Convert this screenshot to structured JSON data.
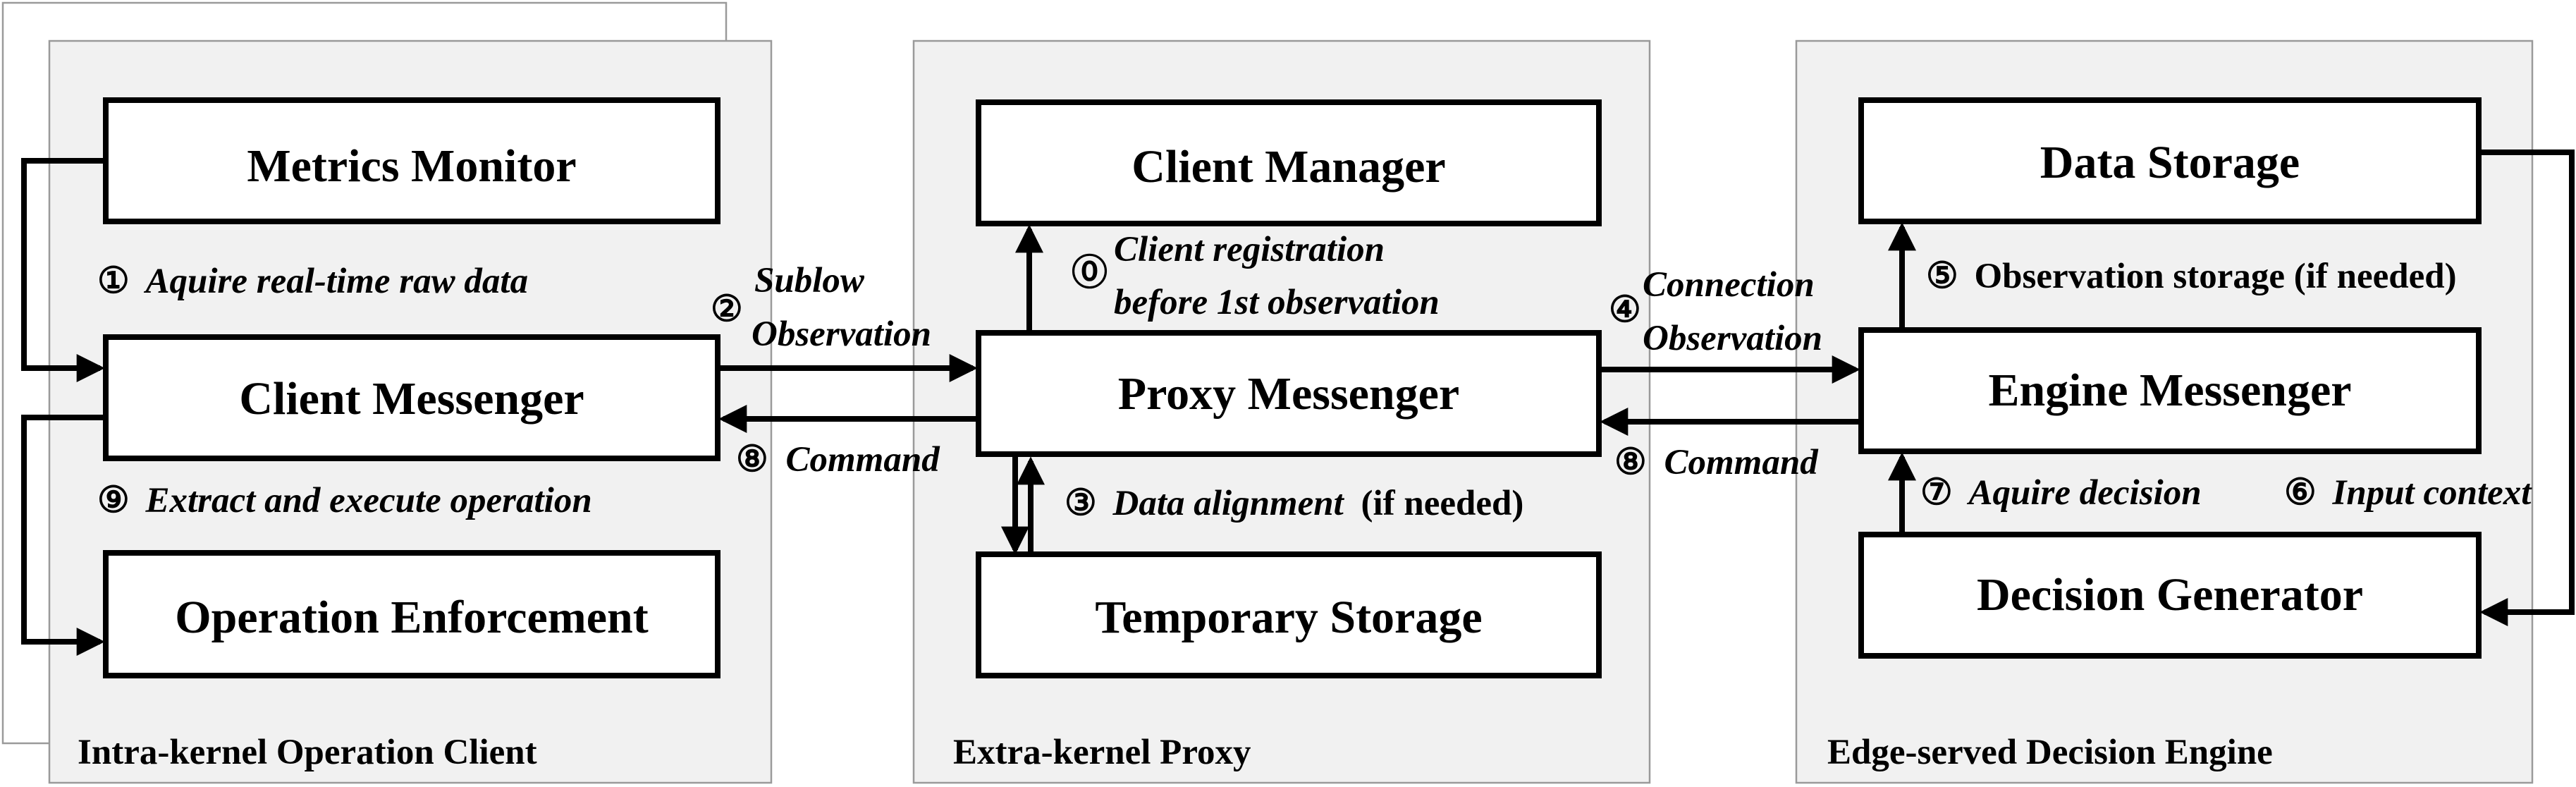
{
  "panels": {
    "client": "Intra-kernel Operation Client",
    "proxy": "Extra-kernel Proxy",
    "engine": "Edge-served Decision Engine"
  },
  "boxes": {
    "metrics_monitor": "Metrics Monitor",
    "client_messenger": "Client Messenger",
    "operation_enforcement": "Operation Enforcement",
    "client_manager": "Client Manager",
    "proxy_messenger": "Proxy Messenger",
    "temporary_storage": "Temporary Storage",
    "data_storage": "Data Storage",
    "engine_messenger": "Engine Messenger",
    "decision_generator": "Decision Generator"
  },
  "annotations": {
    "step1": {
      "num": "①",
      "text": "Aquire real-time raw data"
    },
    "step2": {
      "num": "②",
      "line1": "Sublow",
      "line2": "Observation"
    },
    "step0": {
      "num": "⓪",
      "line1": "Client registration",
      "line2": "before 1st observation"
    },
    "step4": {
      "num": "④",
      "line1": "Connection",
      "line2": "Observation"
    },
    "step5": {
      "num": "⑤",
      "text": "Observation storage (if needed)"
    },
    "step3": {
      "num": "③",
      "text_italic": "Data alignment",
      "text_plain": "(if needed)"
    },
    "step8_left": {
      "num": "⑧",
      "text": "Command"
    },
    "step8_right": {
      "num": "⑧",
      "text": "Command"
    },
    "step9": {
      "num": "⑨",
      "text": "Extract and execute operation"
    },
    "step7": {
      "num": "⑦",
      "text": "Aquire decision"
    },
    "step6": {
      "num": "⑥",
      "text": "Input context"
    }
  }
}
